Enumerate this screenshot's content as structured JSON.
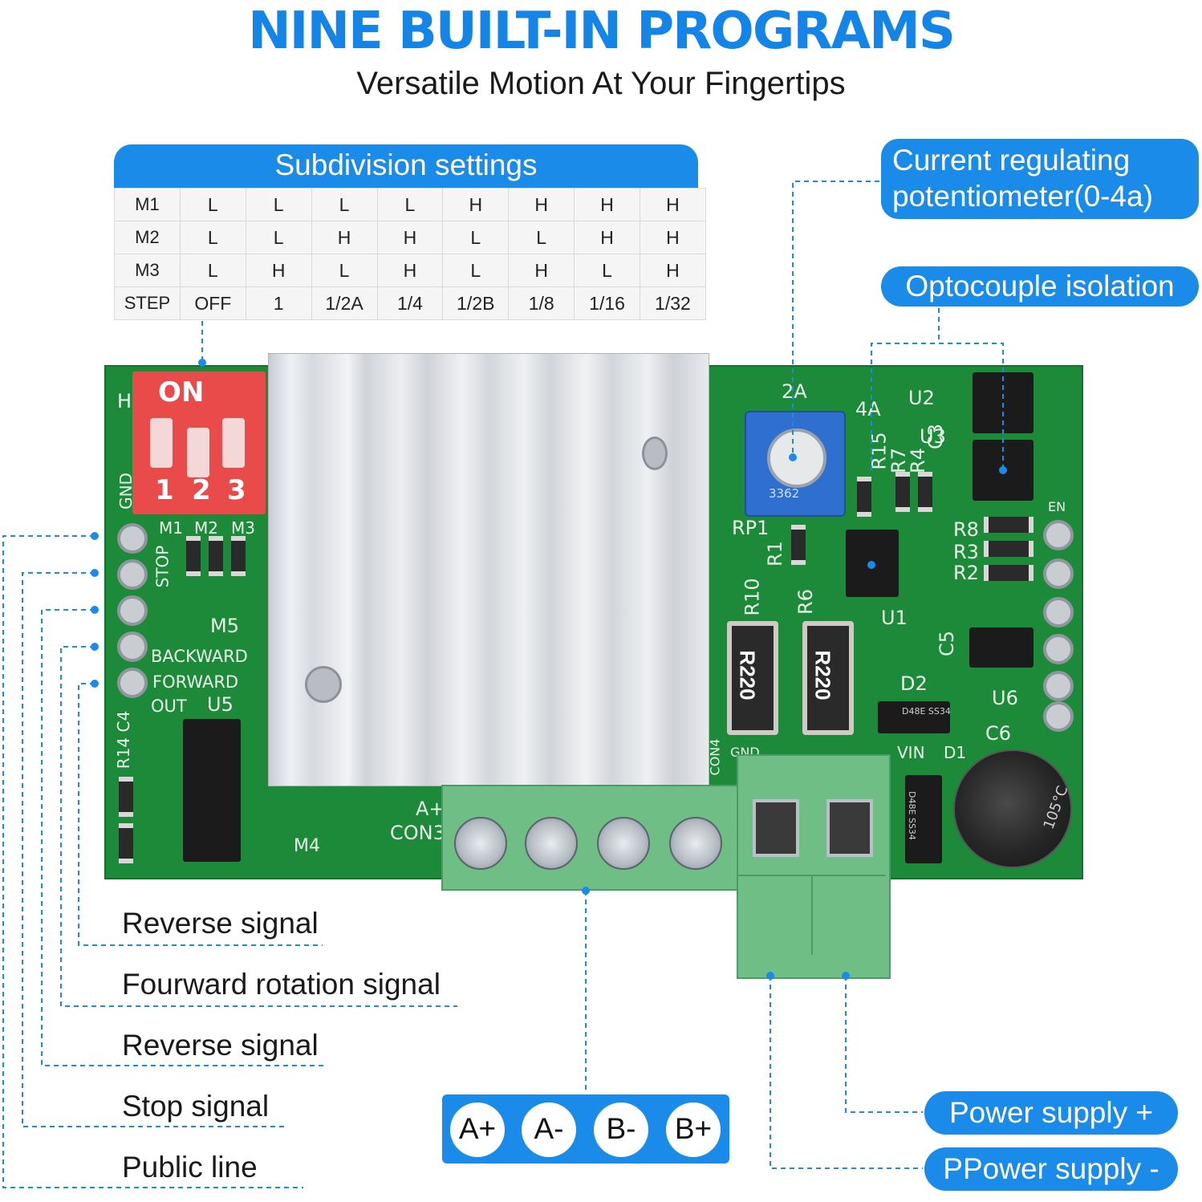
{
  "header": {
    "title": "NINE BUILT-IN PROGRAMS",
    "subtitle": "Versatile Motion At Your Fingertips"
  },
  "subdivision_table": {
    "title": "Subdivision settings",
    "rows": [
      {
        "label": "M1",
        "cells": [
          "L",
          "L",
          "L",
          "L",
          "H",
          "H",
          "H",
          "H"
        ]
      },
      {
        "label": "M2",
        "cells": [
          "L",
          "L",
          "H",
          "H",
          "L",
          "L",
          "H",
          "H"
        ]
      },
      {
        "label": "M3",
        "cells": [
          "L",
          "H",
          "L",
          "H",
          "L",
          "H",
          "L",
          "H"
        ]
      },
      {
        "label": "STEP",
        "cells": [
          "OFF",
          "1",
          "1/2A",
          "1/4",
          "1/2B",
          "1/8",
          "1/16",
          "1/32"
        ]
      }
    ]
  },
  "callouts": {
    "current_line1": "Current regulating",
    "current_line2": "potentiometer(0-4a)",
    "opto": "Optocouple isolation",
    "power_plus": "Power supply +",
    "power_minus": "PPower supply -"
  },
  "signals": [
    {
      "label": "Reverse signal"
    },
    {
      "label": "Fourward rotation signal"
    },
    {
      "label": "Reverse signal"
    },
    {
      "label": "Stop signal"
    },
    {
      "label": "Public line"
    }
  ],
  "terminals": [
    "A+",
    "A-",
    "B-",
    "B+"
  ],
  "board_silkscreen": {
    "dip_on": "ON",
    "dip_1": "1",
    "dip_2": "2",
    "dip_3": "3",
    "h": "H",
    "gnd": "GND",
    "m1": "M1",
    "m2": "M2",
    "m3": "M3",
    "stop": "STOP",
    "m5": "M5",
    "backward": "BACKWARD",
    "forward": "FORWARD",
    "out": "OUT",
    "u5": "U5",
    "r14c4": "R14 C4",
    "m4": "M4",
    "con3": "CON3",
    "a_plus": "A+",
    "pot_2a": "2A",
    "pot_4a": "4A",
    "pot_code": "3362",
    "rp1": "RP1",
    "r15": "R15",
    "r7": "R7",
    "r4": "R4",
    "c3": "C3",
    "u2": "U2",
    "u3": "U3",
    "en": "EN",
    "r8": "R8",
    "r3": "R3",
    "r2": "R2",
    "r1": "R1",
    "u1": "U1",
    "r10": "R10",
    "r6": "R6",
    "r220a": "R220",
    "r220b": "R220",
    "c5": "C5",
    "u6": "U6",
    "d2": "D2",
    "c6": "C6",
    "vin": "VIN",
    "d1": "D1",
    "gnd2": "GND",
    "con4": "CON4",
    "cap_temp": "105°C",
    "d2_code": "D48E SS34",
    "d1_code": "D48E SS34"
  },
  "colors": {
    "accent_blue": "#1a8be8",
    "title_blue": "#1485e6",
    "pcb_green": "#1d8a3a",
    "terminal_green": "#6fbe86",
    "dip_red": "#e94a4a"
  }
}
